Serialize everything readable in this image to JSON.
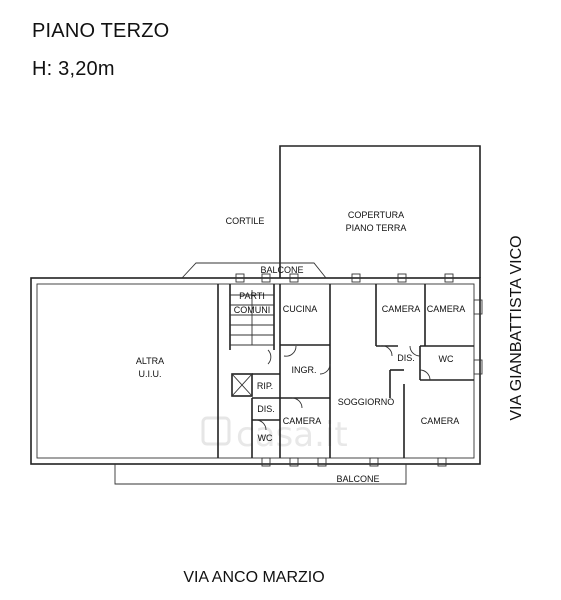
{
  "header": {
    "floor_title": "PIANO TERZO",
    "height_label": "H: 3,20m"
  },
  "rooms": {
    "cortile": "CORTILE",
    "copertura_1": "COPERTURA",
    "copertura_2": "PIANO TERRA",
    "balcone_top": "BALCONE",
    "parti_1": "PARTI",
    "parti_2": "COMUNI",
    "cucina": "CUCINA",
    "camera_1": "CAMERA",
    "camera_2": "CAMERA",
    "altra_1": "ALTRA",
    "altra_2": "U.I.U.",
    "ingr": "INGR.",
    "dis_1": "DIS.",
    "wc_1": "WC",
    "rip": "RIP.",
    "dis_2": "DIS.",
    "camera_3": "CAMERA",
    "soggiorno": "SOGGIORNO",
    "camera_4": "CAMERA",
    "wc_2": "WC",
    "balcone_bottom": "BALCONE"
  },
  "streets": {
    "bottom": "VIA ANCO MARZIO",
    "right": "VIA GIANBATTISTA VICO"
  }
}
